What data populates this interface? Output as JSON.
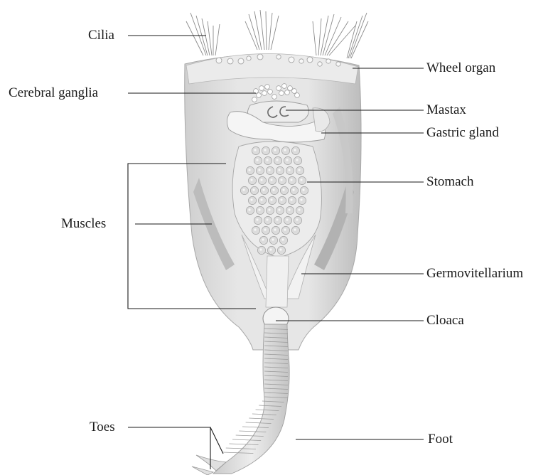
{
  "labels": {
    "cilia": "Cilia",
    "cerebral_ganglia": "Cerebral ganglia",
    "muscles": "Muscles",
    "toes": "Toes",
    "wheel_organ": "Wheel organ",
    "mastax": "Mastax",
    "gastric_gland": "Gastric gland",
    "stomach": "Stomach",
    "germovitellarium": "Germovitellarium",
    "cloaca": "Cloaca",
    "foot": "Foot"
  },
  "colors": {
    "body_fill": "#e2e2e2",
    "body_shade": "#c6c6c6",
    "organ_fill": "#f1f1f1",
    "cell_fill": "#d8d8d8",
    "line": "#1a1a1a"
  }
}
